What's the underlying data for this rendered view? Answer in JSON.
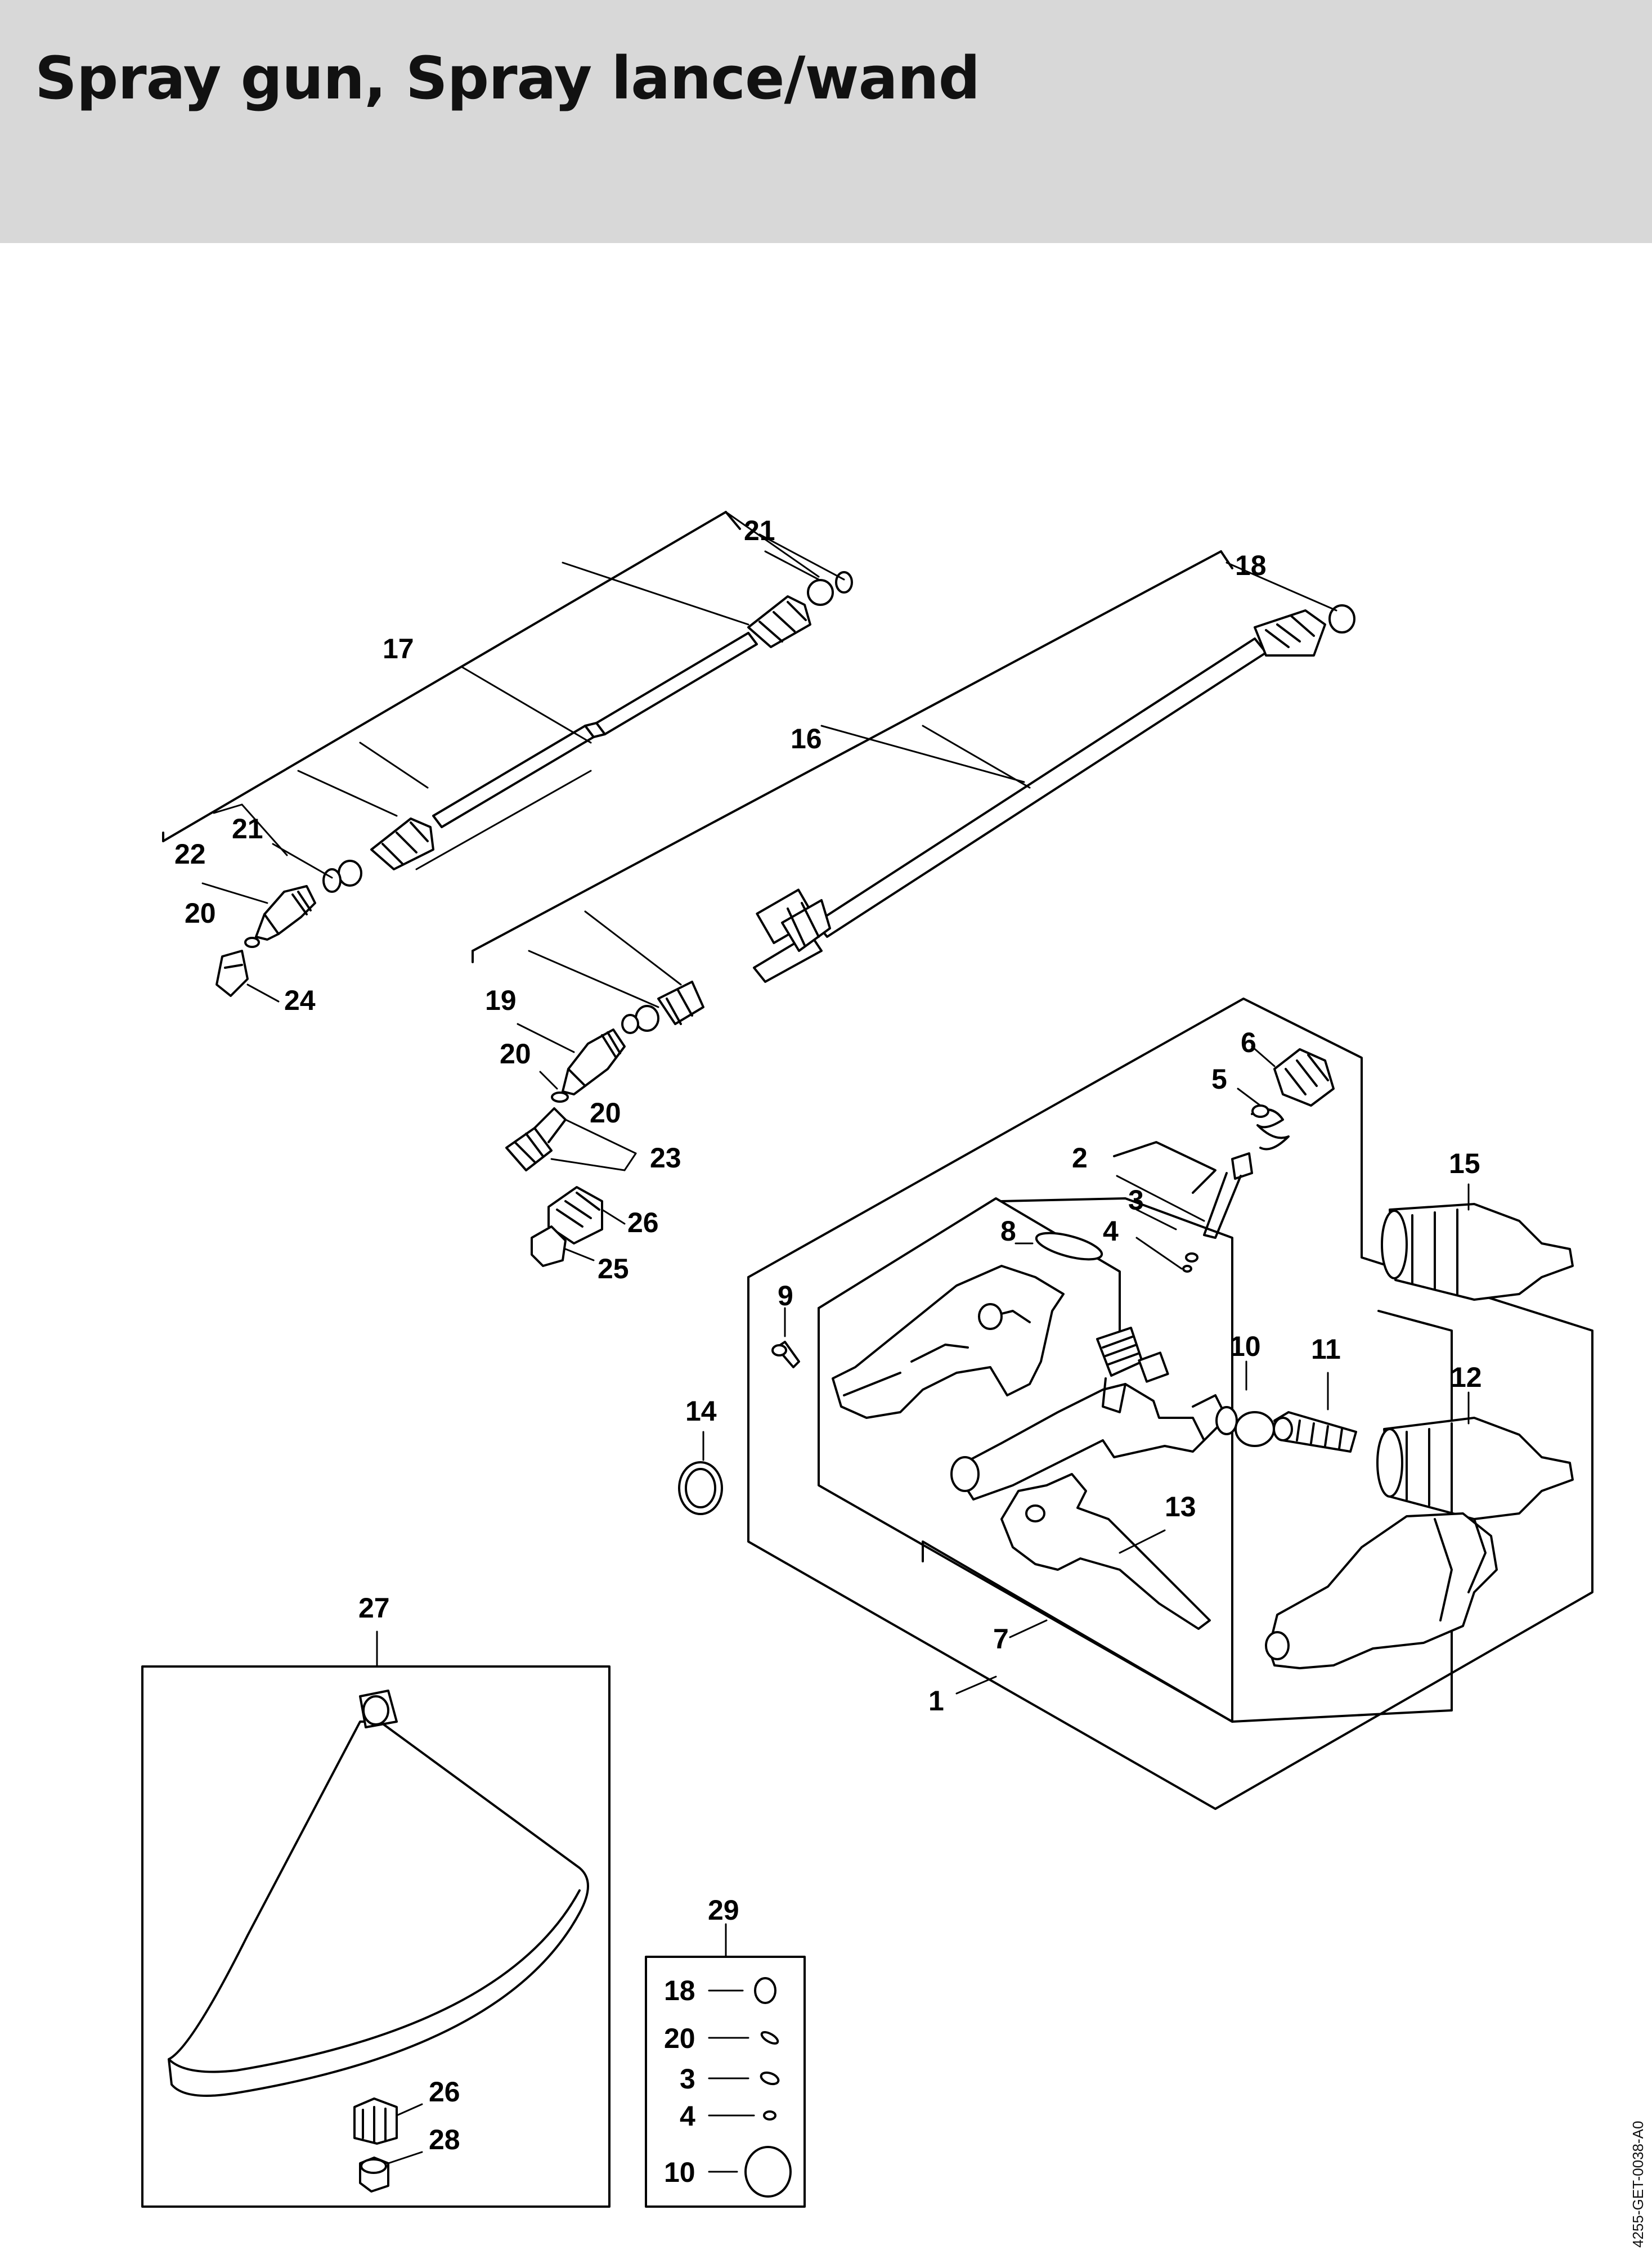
{
  "title": "Spray gun, Spray lance/wand",
  "drawing_code": "4255-GET-0038-A0",
  "callouts": {
    "c1": "1",
    "c2": "2",
    "c3": "3",
    "c4": "4",
    "c5": "5",
    "c6": "6",
    "c7": "7",
    "c8": "8",
    "c9": "9",
    "c10": "10",
    "c11": "11",
    "c12": "12",
    "c13": "13",
    "c14": "14",
    "c15": "15",
    "c16": "16",
    "c17": "17",
    "c18": "18",
    "c19": "19",
    "c20a": "20",
    "c20b": "20",
    "c20c": "20",
    "c21a": "21",
    "c21b": "21",
    "c22": "22",
    "c23": "23",
    "c24": "24",
    "c25": "25",
    "c26a": "26",
    "c26b": "26",
    "c27": "27",
    "c28": "28",
    "c29": "29"
  },
  "kit29": {
    "items": [
      "18",
      "20",
      "3",
      "4",
      "10"
    ]
  }
}
